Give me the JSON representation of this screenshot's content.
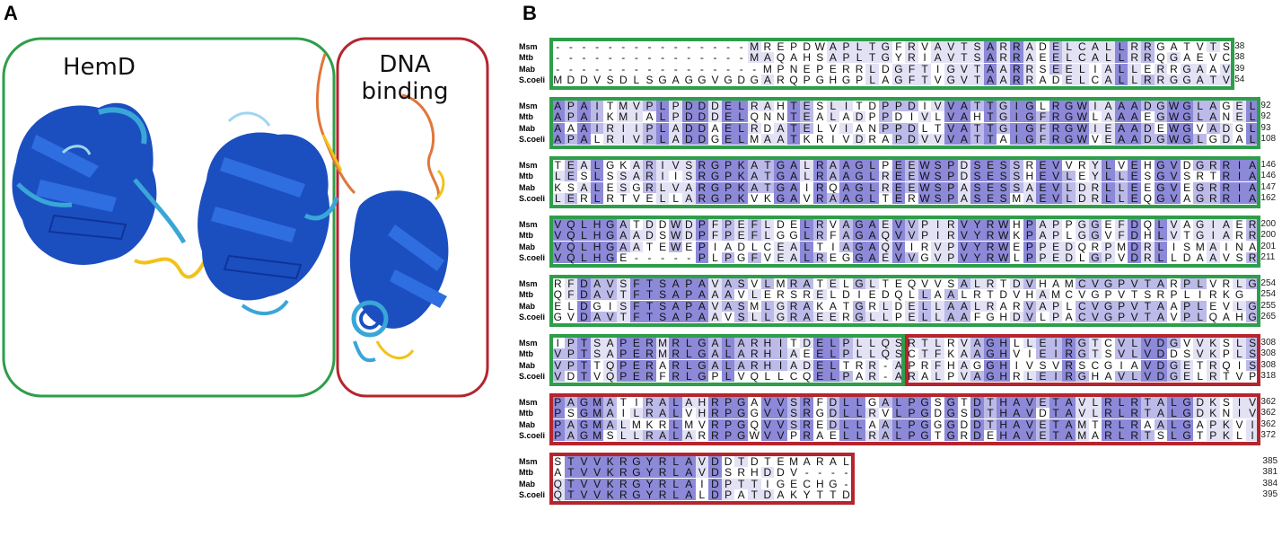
{
  "figure": {
    "panel_a_label": "A",
    "panel_b_label": "B",
    "domain_labels": {
      "hemd": "HemD",
      "dna_line1": "DNA",
      "dna_line2": "binding"
    },
    "colors": {
      "hemd_box": "#2e9e4a",
      "dna_box": "#b5252d",
      "identity_high": "#8c89d8",
      "identity_mid": "#bcbae8",
      "identity_low": "#e3e2f5",
      "protein_dark": "#1b4fc0",
      "protein_light": "#3aa6d8",
      "protein_loop_yellow": "#f2c21a",
      "protein_loop_orange": "#e0763a"
    }
  },
  "alignment": {
    "species": [
      "Msm",
      "Mtb",
      "Mab",
      "S.coeli"
    ],
    "blocks": [
      {
        "box": "green",
        "rows": [
          "---------------MREPDWAPLTGFRVAVTSARRADELCALLRRGATVTS",
          "---------------MAQAHSAPLTGYRIAVTSARRAEELCALLRRQGAEVCS",
          "----------------MPNEPERRLDGFTIGVTAARRSEELIALLERRGAAVH",
          "MDDVSDLSGAGGVGDGARQPGHGPLAGFTVGVTAARRADELCALLRRGGATVLH"
        ],
        "ends": [
          "38",
          "38",
          "39",
          "54"
        ]
      },
      {
        "box": "green",
        "rows": [
          "APAITMVPLPDDDELRAHTESLITDPPDIVVATTGIGLRGWIAAADGWGLAGEL",
          "APAIKMIALPDDDELQNNTEALADPPDIVLVAHTGIGFRGWLAAAEGWGLANEL",
          "AAAIRIIPLADDAELRDATELVIANPPDLTVATTGIGFRGWIEAADEWGVADGL",
          "APALRIVPLADDGELMAATKRIVDRAPDVVVATTAIGFRGWVEAADGWGLGDAL"
        ],
        "ends": [
          "92",
          "92",
          "93",
          "108"
        ]
      },
      {
        "box": "green",
        "rows": [
          "TEALGKARIVSRGPKATGALRAAGLPEEWSPDSESSREVVRYLVEHGVDGRRIA",
          "LESLSSARIISRGPKATGALRAAGLREEWSPDSESSHEVLEYLLESGVSRTRIA",
          "KSALESGRLVARGPKATGAIRQAGLREEWSPASESSAEVLDRLLEEGVEGRRIA",
          "LERLRTVELLARGPKVKGAVRAAGLTERWSPASESMAEVLDRLLEQGVAGRRIA"
        ],
        "ends": [
          "146",
          "146",
          "147",
          "162"
        ]
      },
      {
        "box": "green",
        "rows": [
          "VQLHGATDDWDPFPEFLDELRVAGAEVVPIRVYRWHPAPPGGEFDQLVAGIAER",
          "VQLHGAADSWDPFPEFLGGLRFAGAQVVPIRVYRWKPAPLGGVFDHLVTGIARR",
          "VQLHGAATEWEPIADLCEALTIAGAQVIRVPVYRWEPPEDQRPMDRLISMAINA",
          "VQLHGE-----PLPGFVEALREGGAEVVGVPVYRWLPPEDLGPVDRLLDAAVSR"
        ],
        "ends": [
          "200",
          "200",
          "201",
          "211"
        ]
      },
      {
        "box": "green",
        "rows": [
          "RFDAVSFTSAPAVASVLMRATELGLTEQVVSALRTDVHAMCVGPVTARPLVRLG",
          "QFDAVTFTSAPAAAVLERSRELDIEDQLLAALRTDVHAMCVGPVTSRPLIRKG",
          "ELDGISFTSAPAVASMLGRAKATGRLDELLAALRARVAPLCVGPVTAAPLEVLG",
          "GVDAVTFTSAPAAVSLLGRAEERGLLPELLAAFGHDVLPACVGPVTAVPLQAHG"
        ],
        "ends": [
          "254",
          "254",
          "255",
          "265"
        ]
      },
      {
        "box": "split",
        "rows": [
          "IPTSAPERMRLGALARHITDELPLLQSRTLRVAGHLLEIRGTCVLVDGVVKSLS",
          "VPTSAPERMRLGALARHIAEELPLLQSCTFKAAGHVIEIRGTSVLVDDSVKPLS",
          "VPTTQPERARLGALARHIADELTRR-APRFHAGGHIVSVRSCGIAVDGETRQIS",
          "VDTVQPERFRLGPLVQLLCQELPAR-ARALPVAGHRLEIRGHAVLVDGELRTVP"
        ],
        "ends": [
          "308",
          "308",
          "308",
          "318"
        ]
      },
      {
        "box": "red",
        "rows": [
          "PAGMATIRALAHRPGAVVSRFDLLGALPGSGTDTHAVETAVLRLRTALGDKSIV",
          "PSGMAILRALVHRPGGVVSRGDLLRVLPGDGSDTHAVDTAVLRLRTALGDKNIV",
          "PAGMALMKRLMVRPGQVVSREDLLAALPGGGDDTHAVETAMTRLRAALGAPKVI",
          "PAGMSLLRALARRPGWVVPRAELLRALPGTGRDEHAVETAMARLRTSLGTPKLI"
        ],
        "ends": [
          "362",
          "362",
          "362",
          "372"
        ]
      },
      {
        "box": "red",
        "rows": [
          "STVVKRGYRLAVDDTDTEMARAL",
          "ATVVKRGYRLAVDSRHDDV----",
          "QTVVKRGYRLAIDPTTIGECHG-",
          "QTVVKRGYRLALDPATDAKYTTD"
        ],
        "ends": [
          "385",
          "381",
          "384",
          "395"
        ]
      }
    ]
  }
}
